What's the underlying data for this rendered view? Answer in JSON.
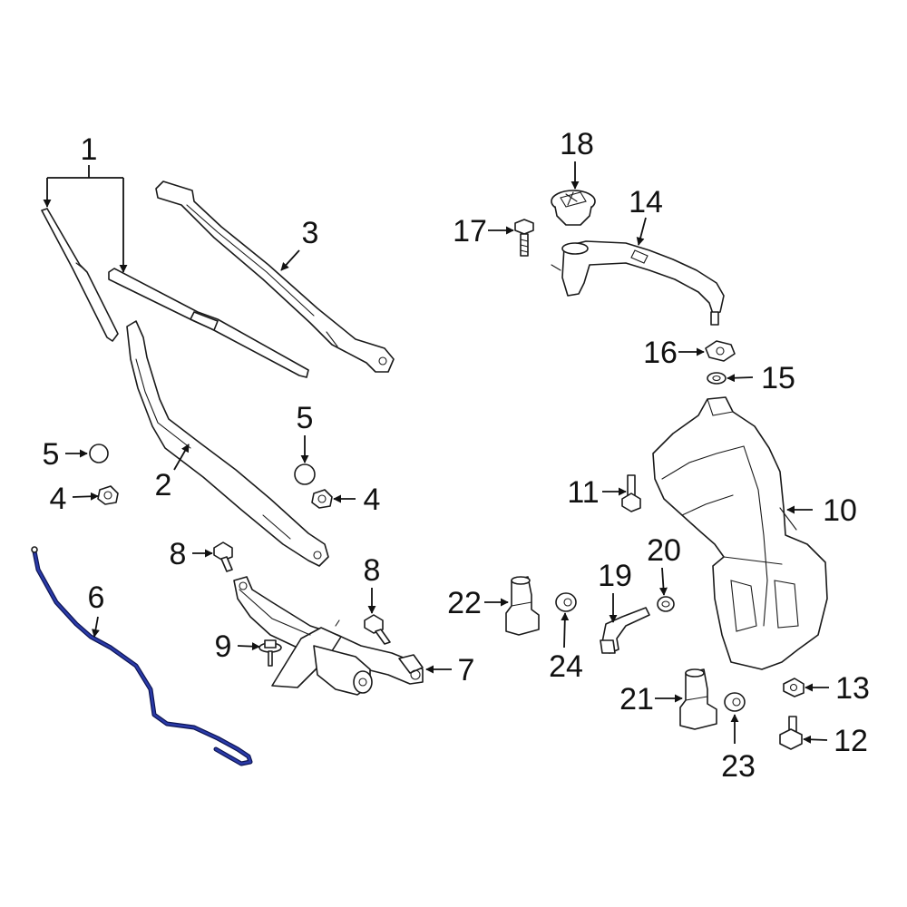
{
  "colors": {
    "line": "#1a1a1a",
    "highlight": "#1f2f8f",
    "background": "#ffffff"
  },
  "callouts": {
    "c1": "1",
    "c2": "2",
    "c3": "3",
    "c4a": "4",
    "c4b": "4",
    "c5a": "5",
    "c5b": "5",
    "c6": "6",
    "c7": "7",
    "c8a": "8",
    "c8b": "8",
    "c9": "9",
    "c10": "10",
    "c11": "11",
    "c12": "12",
    "c13": "13",
    "c14": "14",
    "c15": "15",
    "c16": "16",
    "c17": "17",
    "c18": "18",
    "c19": "19",
    "c20": "20",
    "c21": "21",
    "c22": "22",
    "c23": "23",
    "c24": "24"
  }
}
